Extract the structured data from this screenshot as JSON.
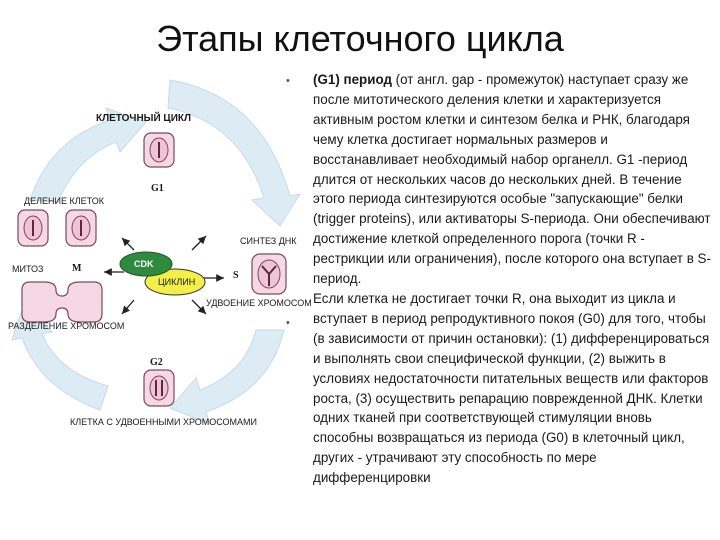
{
  "title": "Этапы клеточного цикла",
  "diagram": {
    "cycle_title": "КЛЕТОЧНЫЙ ЦИКЛ",
    "cell_division": "ДЕЛЕНИЕ КЛЕТОК",
    "mitosis": "МИТОЗ",
    "phase_m": "M",
    "chromosome_separation": "РАЗДЕЛЕНИЕ ХРОМОСОМ",
    "phase_g1": "G1",
    "phase_g2": "G2",
    "phase_s": "S",
    "dna_synthesis": "СИНТЕЗ ДНК",
    "chromosome_doubling": "УДВОЕНИЕ ХРОМОСОМ",
    "cell_doubled_chromosomes": "КЛЕТКА С УДВОЕННЫМИ ХРОМОСОМАМИ",
    "cdk": "CDK",
    "cyclin": "ЦИКЛИН",
    "colors": {
      "arrow": "#dcebf4",
      "arrow_stroke": "#c6dbe8",
      "cell_fill": "#f6d8e4",
      "cell_stroke": "#7a4a5a",
      "cdk_fill": "#2e8a3e",
      "cyclin_fill": "#f2ee4a"
    }
  },
  "text": {
    "bullet": "•",
    "p1_bold": "(G1) период",
    "p1_rest": " (от англ. gap - промежуток) наступает сразу же после митотического деления клетки и характеризуется активным ростом клетки и синтезом белка и РНК, благодаря чему клетка достигает нормальных размеров и восстанавливает необходимый набор органелл. G1 -период длится от нескольких часов до нескольких дней. В течение этого периода синтезируются особые \"запускающие\" белки (trigger proteins), или активаторы S-периода. Они обеспечивают достижение клеткой определенного порога (точки R - рестрикции или ограничения), после которого она вступает в S-период.",
    "p2": "Если клетка не достигает точки R, она выходит из цикла и вступает в период репродуктивного покоя (G0) для того, чтобы (в зависимости от причин остановки): (1) дифференцироваться и выполнять свои специфической функции, (2) выжить в условиях недостаточности питательных веществ или факторов роста, (3) осуществить репарацию поврежденной ДНК. Клетки одних тканей при соответствующей стимуляции вновь способны возвращаться из периода (G0) в клеточный цикл, других - утрачивают эту способность по мере дифференцировки"
  }
}
